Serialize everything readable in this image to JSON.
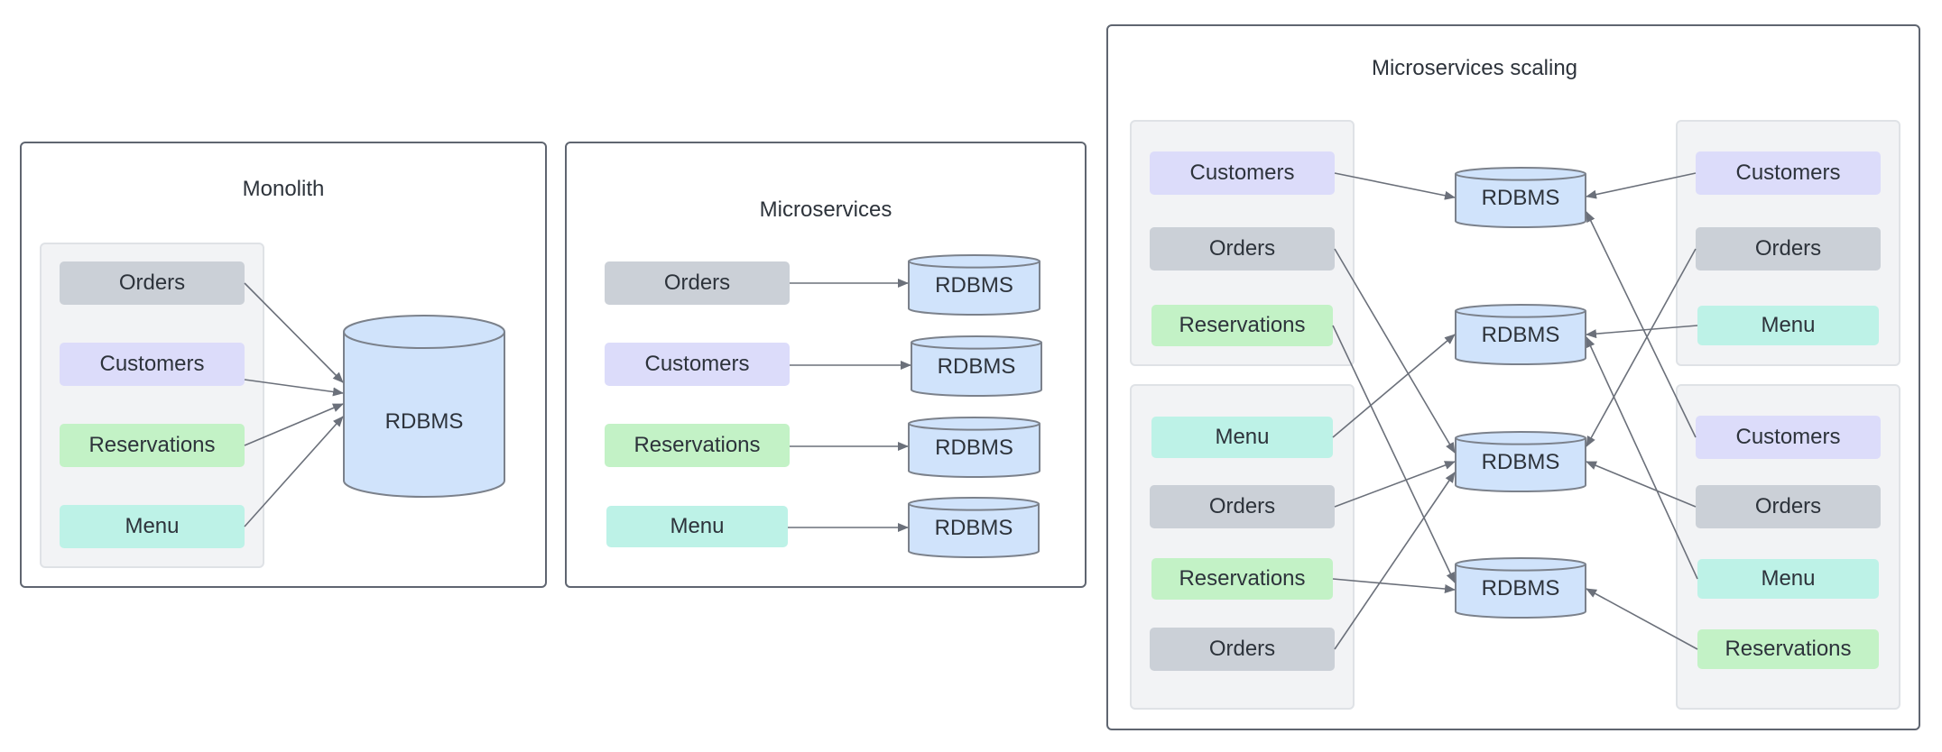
{
  "colors": {
    "orders": "#cbd0d7",
    "customers": "#dcdcfa",
    "reservations": "#c3f2c6",
    "menu": "#bdf2e7",
    "database": "#d0e3fb",
    "arrow": "#6b707a"
  },
  "monolith": {
    "title": "Monolith",
    "services": [
      "Orders",
      "Customers",
      "Reservations",
      "Menu"
    ],
    "database": "RDBMS"
  },
  "microservices": {
    "title": "Microservices",
    "services": [
      "Orders",
      "Customers",
      "Reservations",
      "Menu"
    ],
    "databases": [
      "RDBMS",
      "RDBMS",
      "RDBMS",
      "RDBMS"
    ]
  },
  "scaling": {
    "title": "Microservices scaling",
    "left_top": [
      "Customers",
      "Orders",
      "Reservations"
    ],
    "left_bottom": [
      "Menu",
      "Orders",
      "Reservations",
      "Orders"
    ],
    "right_top": [
      "Customers",
      "Orders",
      "Menu"
    ],
    "right_bottom": [
      "Customers",
      "Orders",
      "Menu",
      "Reservations"
    ],
    "databases": [
      "RDBMS",
      "RDBMS",
      "RDBMS",
      "RDBMS"
    ]
  }
}
